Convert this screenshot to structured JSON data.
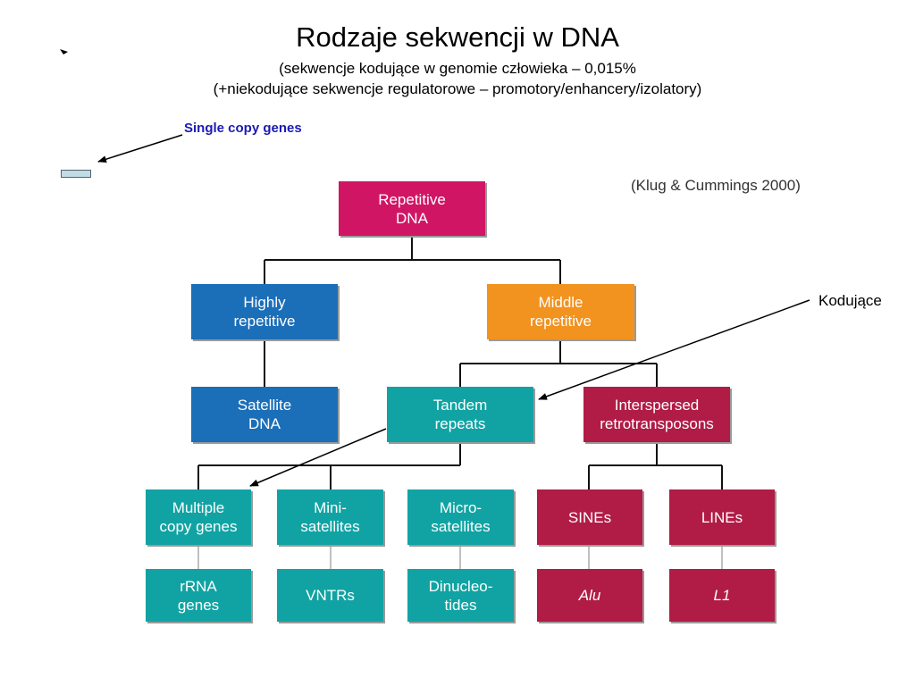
{
  "header": {
    "title": "Rodzaje sekwencji w DNA",
    "subtitle_line1": "(sekwencje kodujące w genomie człowieka – 0,015%",
    "subtitle_line2": "(+niekodujące sekwencje regulatorowe – promotory/enhancery/izolatory)"
  },
  "annotations": {
    "single_copy": "Single copy genes",
    "kodujace": "Kodujące",
    "citation": "(Klug & Cummings 2000)"
  },
  "nodes": {
    "repetitive_dna": "Repetitive\nDNA",
    "highly_repetitive": "Highly\nrepetitive",
    "middle_repetitive": "Middle\nrepetitive",
    "satellite_dna": "Satellite\nDNA",
    "tandem_repeats": "Tandem\nrepeats",
    "interspersed": "Interspersed\nretrotransposons",
    "multiple_copy": "Multiple\ncopy genes",
    "minisatellites": "Mini-\nsatellites",
    "microsatellites": "Micro-\nsatellites",
    "sines": "SINEs",
    "lines": "LINEs",
    "rrna_genes": "rRNA\ngenes",
    "vntrs": "VNTRs",
    "dinucleotides": "Dinucleo-\ntides",
    "alu": "Alu",
    "l1": "L1"
  },
  "colors": {
    "root": "#d11565",
    "highly": "#1b6eb8",
    "middle": "#f2921f",
    "tandem": "#11a3a3",
    "interspersed": "#b01c46",
    "single_copy_text": "#1a1ab4"
  }
}
